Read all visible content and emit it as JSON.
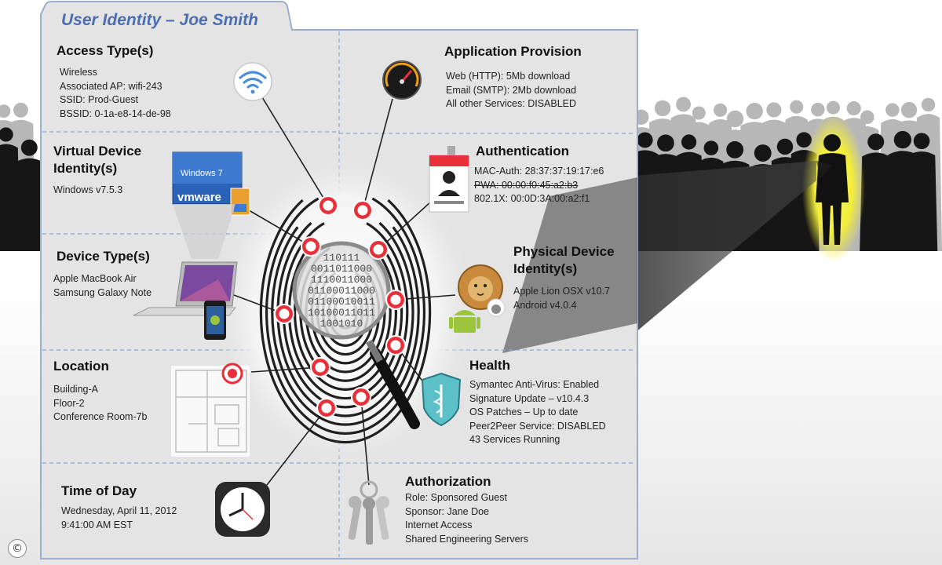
{
  "header": {
    "title": "User Identity – Joe Smith"
  },
  "sections": {
    "access_type": {
      "title": "Access Type(s)",
      "lines": [
        "Wireless",
        "Associated AP: wifi-243",
        "SSID: Prod-Guest",
        "BSSID: 0-1a-e8-14-de-98"
      ]
    },
    "application_provision": {
      "title": "Application Provision",
      "lines": [
        "Web (HTTP): 5Mb download",
        "Email (SMTP): 2Mb download",
        "All other Services: DISABLED"
      ]
    },
    "virtual_device": {
      "title_line1": "Virtual Device",
      "title_line2": "Identity(s)",
      "lines": [
        "Windows v7.5.3"
      ]
    },
    "authentication": {
      "title": "Authentication",
      "lines": [
        "MAC-Auth: 28:37:37:19:17:e6",
        "PWA: 00:00:f0:45:a2:b3",
        "802.1X: 00:0D:3A:00:a2:f1"
      ]
    },
    "device_type": {
      "title": "Device Type(s)",
      "lines": [
        "Apple MacBook Air",
        "Samsung Galaxy Note"
      ]
    },
    "physical_device": {
      "title_line1": "Physical Device",
      "title_line2": "Identity(s)",
      "lines": [
        "Apple Lion OSX v10.7",
        "Android v4.0.4"
      ]
    },
    "location": {
      "title": "Location",
      "lines": [
        "Building-A",
        "Floor-2",
        "Conference Room-7b"
      ]
    },
    "health": {
      "title": "Health",
      "lines": [
        "Symantec Anti-Virus: Enabled",
        "Signature Update – v10.4.3",
        "OS Patches – Up to date",
        "Peer2Peer Service: DISABLED",
        "43 Services Running"
      ]
    },
    "time_of_day": {
      "title": "Time of Day",
      "lines": [
        "Wednesday, April 11, 2012",
        "9:41:00 AM EST"
      ]
    },
    "authorization": {
      "title": "Authorization",
      "lines": [
        "Role: Sponsored Guest",
        "Sponsor: Jane Doe",
        "Internet Access",
        "Shared Engineering Servers"
      ]
    }
  },
  "icons": {
    "windows_label": "Windows 7",
    "vmware_label": "vmware",
    "binary_lines": [
      "110111",
      "0011011000",
      "1110011000",
      "01100011000",
      "01100010011",
      "10100011011",
      "1001010"
    ]
  },
  "copyright_symbol": "©",
  "colors": {
    "title_blue": "#4b6eb2",
    "card_bg": "#e4e4e4",
    "card_border": "#9aaed0",
    "divider": "#8fa6cf",
    "node_red": "#e8303a",
    "highlight_yellow": "#f3ee3a"
  }
}
